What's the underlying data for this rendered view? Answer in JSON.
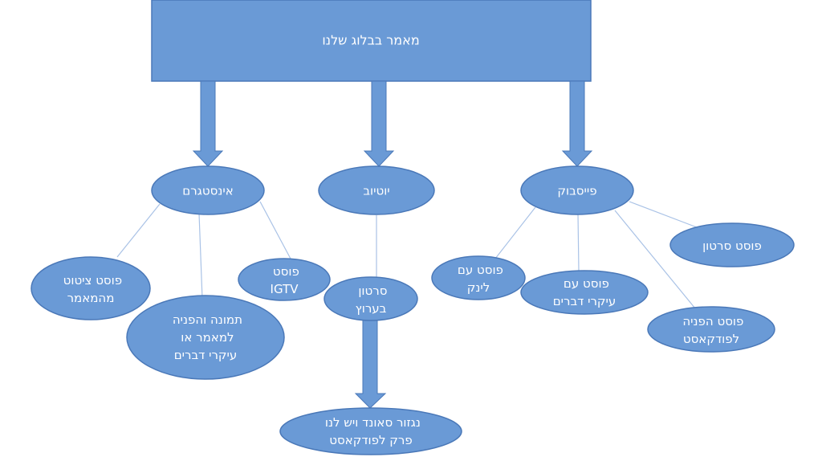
{
  "root": {
    "label": "מאמר בבלוג שלנו"
  },
  "channels": {
    "facebook": {
      "label": "פייסבוק"
    },
    "youtube": {
      "label": "יוטיוב"
    },
    "instagram": {
      "label": "אינסטגרם"
    }
  },
  "facebook_items": [
    {
      "lines": [
        "פוסט סרטון"
      ]
    },
    {
      "lines": [
        "פוסט הפניה",
        "לפודקאסט"
      ]
    },
    {
      "lines": [
        "פוסט עם",
        "עיקרי דברים"
      ]
    },
    {
      "lines": [
        "פוסט עם",
        "לינק"
      ]
    }
  ],
  "youtube_items": [
    {
      "lines": [
        "סרטון",
        "בערוץ"
      ]
    },
    {
      "lines": [
        "נגזור סאונד ויש לנו",
        "פרק לפודקאסט"
      ]
    }
  ],
  "instagram_items": [
    {
      "lines": [
        "פוסט",
        "IGTV"
      ]
    },
    {
      "lines": [
        "פוסט ציטוט",
        "מהמאמר"
      ]
    },
    {
      "lines": [
        "תמונה והפניה",
        "למאמר או",
        "עיקרי דברים"
      ]
    }
  ],
  "colors": {
    "fill": "#6a9ad6",
    "stroke": "#4a78b8",
    "connector": "#a9c2e6",
    "text": "#ffffff"
  }
}
